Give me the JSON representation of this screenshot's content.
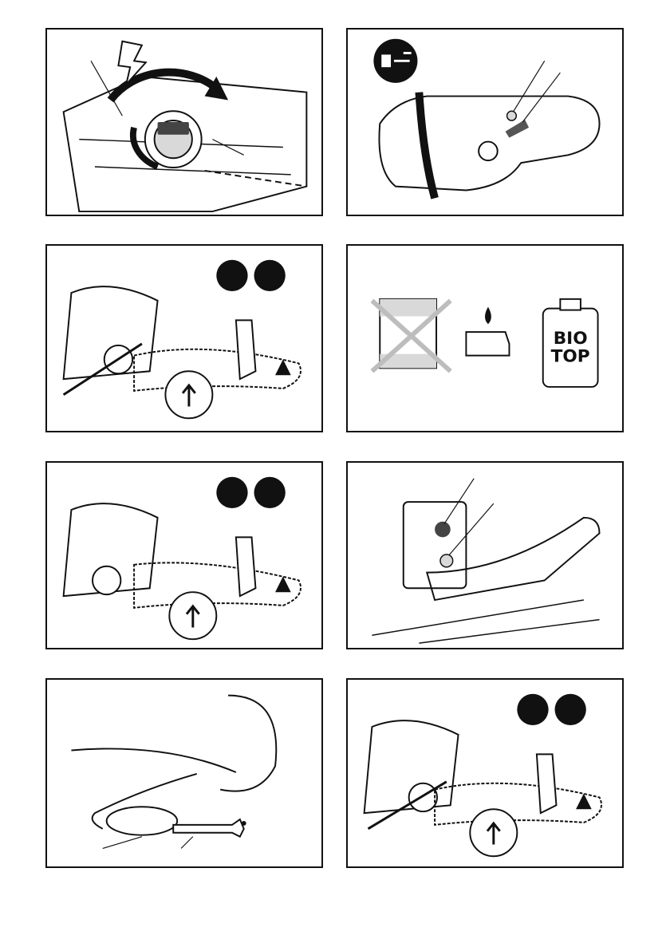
{
  "figures": [
    {
      "id": "fig1",
      "subject": "chain-tensioner-knob"
    },
    {
      "id": "fig2",
      "subject": "chain-brake-handle"
    },
    {
      "id": "fig3",
      "subject": "chain-tension-check-with-screwdriver"
    },
    {
      "id": "fig4",
      "subject": "chain-oil-selection"
    },
    {
      "id": "fig5",
      "subject": "chain-tension-adjust-knob"
    },
    {
      "id": "fig6",
      "subject": "oil-tank-cap"
    },
    {
      "id": "fig7",
      "subject": "extension-cord-strain-relief"
    },
    {
      "id": "fig8",
      "subject": "chain-tension-check-with-screwdriver"
    }
  ],
  "warning_icons": [
    "unplug-icon",
    "gloves-icon"
  ],
  "bio_oil": {
    "line1": "BIO",
    "line2": "TOP"
  },
  "colors": {
    "ink": "#111111",
    "cross": "#bdbdbd",
    "fill_gray": "#d9d9d9"
  }
}
